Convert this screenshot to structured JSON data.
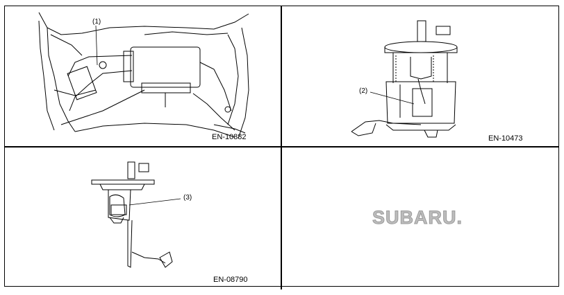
{
  "figures": [
    {
      "code": "EN-10882",
      "callout": "(1)"
    },
    {
      "code": "EN-10473",
      "callout": "(2)"
    },
    {
      "code": "EN-08790",
      "callout": "(3)"
    }
  ],
  "logo": {
    "text": "SUBARU."
  }
}
